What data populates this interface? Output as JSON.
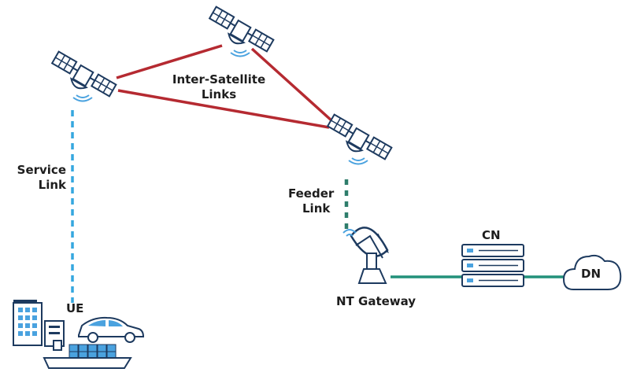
{
  "labels": {
    "inter_satellite_line1": "Inter-Satellite",
    "inter_satellite_line2": "Links",
    "service_line1": "Service",
    "service_line2": "Link",
    "feeder_line1": "Feeder",
    "feeder_line2": "Link",
    "ue": "UE",
    "cn": "CN",
    "nt_gateway": "NT Gateway",
    "dn": "DN"
  },
  "colors": {
    "inter_satellite_link": "#b52a31",
    "service_link": "#35a7df",
    "feeder_link": "#2e7d6b",
    "ground_link": "#22917a",
    "icon_outline": "#1d3a5f",
    "icon_fill": "#4aa2df"
  }
}
